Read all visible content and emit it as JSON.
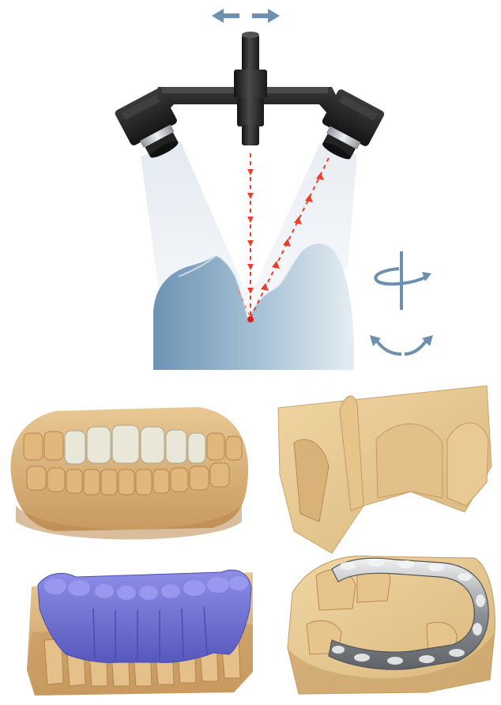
{
  "figure": {
    "top": {
      "scanner": "dental-3d-scanner",
      "cameras": [
        "left-camera",
        "right-camera"
      ],
      "projector": "center-projector",
      "motion_icons": [
        "horizontal-move-arrows",
        "rotation-axis-icon",
        "tilt-arrows-icon"
      ],
      "colors": {
        "body": "#2b2b2b",
        "metal_ring": "#b9bcc0",
        "laser": "#e8402a",
        "arrow_icon": "#6d8fb0",
        "specimen_top": "#9cb9cf",
        "specimen_bottom": "#dbe6ee"
      }
    },
    "panels": [
      {
        "name": "full-arch-occlusion-model",
        "colors": {
          "stone": "#dcb57e",
          "teeth": "#e6e3d4"
        }
      },
      {
        "name": "single-die-scan",
        "colors": {
          "stone": "#e8cb94"
        }
      },
      {
        "name": "lower-arch-wax-up",
        "colors": {
          "stone": "#d9b27a",
          "wax": "#6e6fd0"
        }
      },
      {
        "name": "metal-framework-bridge",
        "colors": {
          "stone": "#ddb883",
          "metal": "#9a9ea3"
        }
      }
    ]
  }
}
